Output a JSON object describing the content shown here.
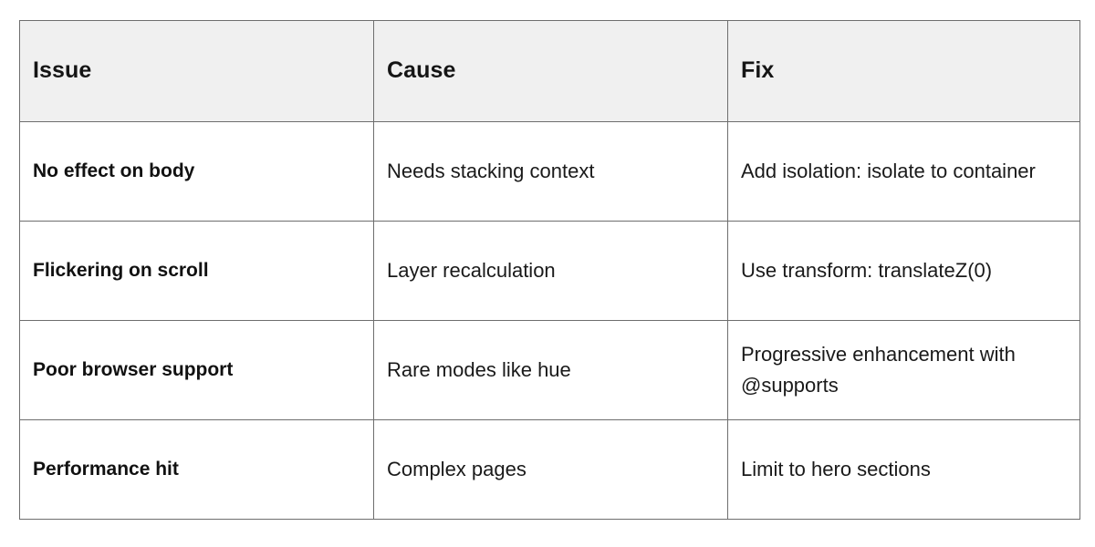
{
  "table": {
    "columns": [
      {
        "key": "issue",
        "label": "Issue"
      },
      {
        "key": "cause",
        "label": "Cause"
      },
      {
        "key": "fix",
        "label": "Fix"
      }
    ],
    "rows": [
      {
        "issue": "No effect on body",
        "cause": "Needs stacking context",
        "fix": "Add isolation: isolate to container"
      },
      {
        "issue": "Flickering on scroll",
        "cause": "Layer recalculation",
        "fix": "Use transform: translateZ(0)"
      },
      {
        "issue": "Poor browser support",
        "cause": "Rare modes like hue",
        "fix": "Progressive enhancement with @supports"
      },
      {
        "issue": "Performance hit",
        "cause": "Complex pages",
        "fix": "Limit to hero sections"
      }
    ]
  },
  "colors": {
    "header_background": "#f0f0f0",
    "cell_background": "#ffffff",
    "border": "#6e6e6e",
    "header_text": "#151515",
    "body_text": "#1a1a1a",
    "page_background": "#ffffff"
  }
}
